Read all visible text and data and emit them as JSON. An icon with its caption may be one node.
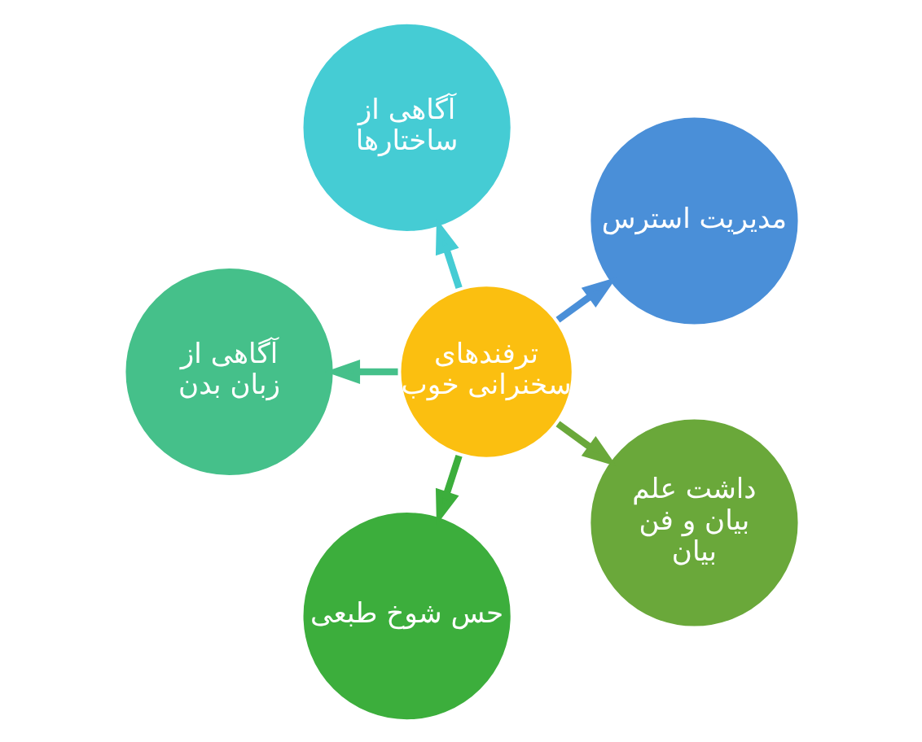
{
  "diagram": {
    "nodes": [
      {
        "text": [
          "ترفندهای سخنرانی خوب"
        ]
      },
      {
        "text": [
          "مدیریت استرس"
        ]
      },
      {
        "text": [
          "آگاهی از ساختارها"
        ]
      },
      {
        "text": [
          "آگاهی از زبان بدن"
        ]
      },
      {
        "text": [
          "حس شوخ طبعی"
        ]
      },
      {
        "text": [
          "داشت علم بیان و فن بیان"
        ]
      }
    ],
    "edges": [
      {
        "from": 0,
        "to": 1,
        "arrow": "to",
        "color": "#4a8fd8"
      },
      {
        "from": 0,
        "to": 2,
        "arrow": "to",
        "color": "#45ccd4"
      },
      {
        "from": 0,
        "to": 3,
        "arrow": "to",
        "color": "#45c08a"
      },
      {
        "from": 0,
        "to": 4,
        "arrow": "to",
        "color": "#3cae3c"
      },
      {
        "from": 0,
        "to": 5,
        "arrow": "to",
        "color": "#6aa83a"
      }
    ]
  }
}
